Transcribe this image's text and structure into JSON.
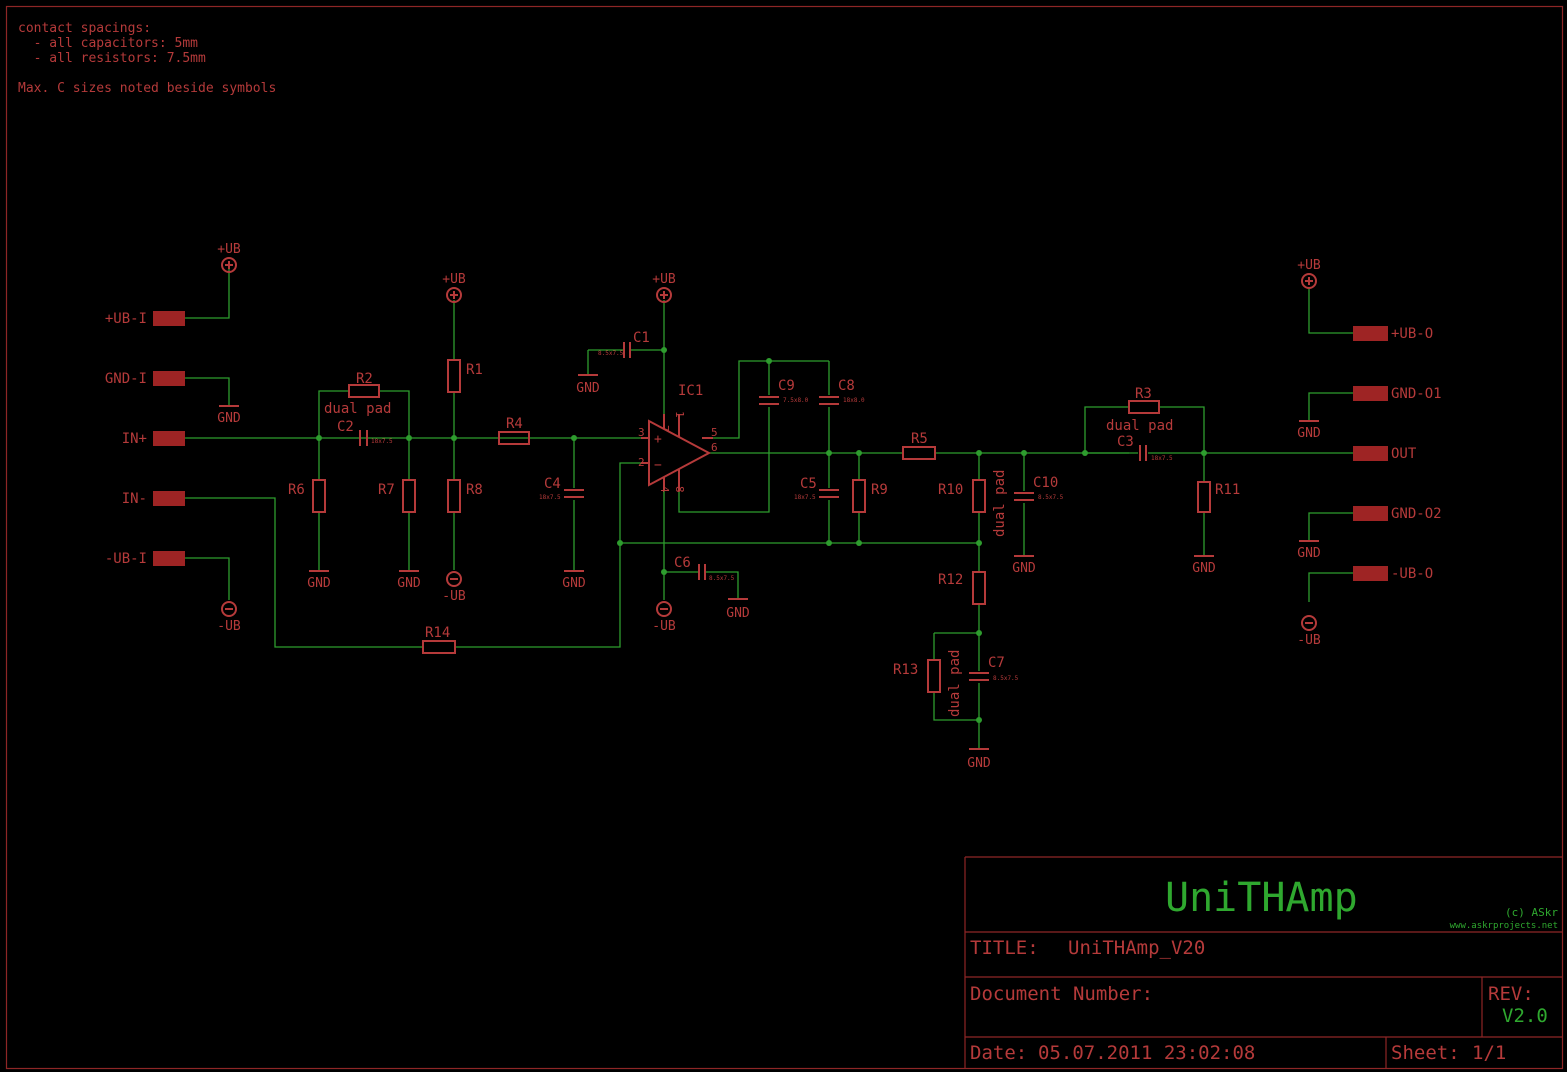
{
  "notes": {
    "line1": "contact spacings:",
    "line2": "  - all capacitors: 5mm",
    "line3": "  - all resistors: 7.5mm",
    "line4": "Max. C sizes noted beside symbols"
  },
  "connectors_in": {
    "ub_i": "+UB-I",
    "gnd_i": "GND-I",
    "in_plus": "IN+",
    "in_minus": "IN-",
    "mub_i": "-UB-I"
  },
  "connectors_out": {
    "ub_o": "+UB-O",
    "gnd_o1": "GND-O1",
    "out": "OUT",
    "gnd_o2": "GND-O2",
    "mub_o": "-UB-O"
  },
  "supply": {
    "pos": "+UB",
    "neg": "-UB",
    "gnd": "GND"
  },
  "resistors": {
    "r1": "R1",
    "r2": "R2",
    "r3": "R3",
    "r4": "R4",
    "r5": "R5",
    "r6": "R6",
    "r7": "R7",
    "r8": "R8",
    "r9": "R9",
    "r10": "R10",
    "r11": "R11",
    "r12": "R12",
    "r13": "R13",
    "r14": "R14"
  },
  "capacitors": {
    "c1": "C1",
    "c2": "C2",
    "c3": "C3",
    "c4": "C4",
    "c5": "C5",
    "c6": "C6",
    "c7": "C7",
    "c8": "C8",
    "c9": "C9",
    "c10": "C10"
  },
  "cap_sizes": {
    "c1": "8.5x7.5",
    "c2": "18x7.5",
    "c3": "18x7.5",
    "c4": "18x7.5",
    "c5": "18x7.5",
    "c6": "8.5x7.5",
    "c7": "8.5x7.5",
    "c8": "18x8.0",
    "c9": "7.5x8.0",
    "c10": "8.5x7.5"
  },
  "ic": {
    "name": "IC1",
    "pins": {
      "p2": "2",
      "p3": "3",
      "p4": "4",
      "p5": "5",
      "p6": "6",
      "p7": "7",
      "p8": "8",
      "p1": "1"
    },
    "plus": "+",
    "minus": "−"
  },
  "dual_pad": "dual pad",
  "title_block": {
    "project": "UniTHAmp",
    "copyright": "(c) ASkr",
    "website": "www.askrprojects.net",
    "title_label": "TITLE:",
    "title_value": "UniTHAmp_V20",
    "doc_label": "Document Number:",
    "rev_label": "REV:",
    "rev_value": "V2.0",
    "date_label": "Date:",
    "date_value": "05.07.2011 23:02:08",
    "sheet_label": "Sheet:",
    "sheet_value": "1/1"
  },
  "colors": {
    "background": "#000000",
    "wire": "#2e9c2e",
    "part": "#b53a3a",
    "frame": "#8e2626",
    "title_text": "#2fa82f"
  }
}
